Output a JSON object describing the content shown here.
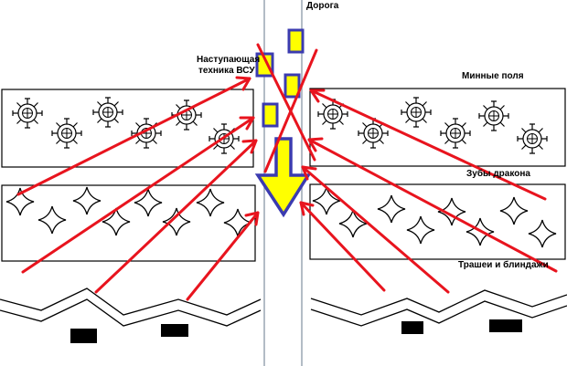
{
  "labels": {
    "road": "Дорога",
    "attacking_line1": "Наступающая",
    "attacking_line2": "техника ВСУ",
    "minefields": "Минные поля",
    "dragon_teeth": "Зубы дракона",
    "trenches": "Трашеи и блиндажи"
  },
  "colors": {
    "arrow": "#e8141e",
    "vehicle_fill": "#ffff00",
    "vehicle_border": "#3b3bb0",
    "road_line": "#9aa6b4",
    "outline": "#000000"
  },
  "icons": {
    "mine": "mine-icon",
    "dragon_tooth": "dragon-tooth-icon",
    "bunker": "bunker-icon",
    "vehicle": "vehicle-icon",
    "advance_arrow": "advance-arrow-icon"
  }
}
